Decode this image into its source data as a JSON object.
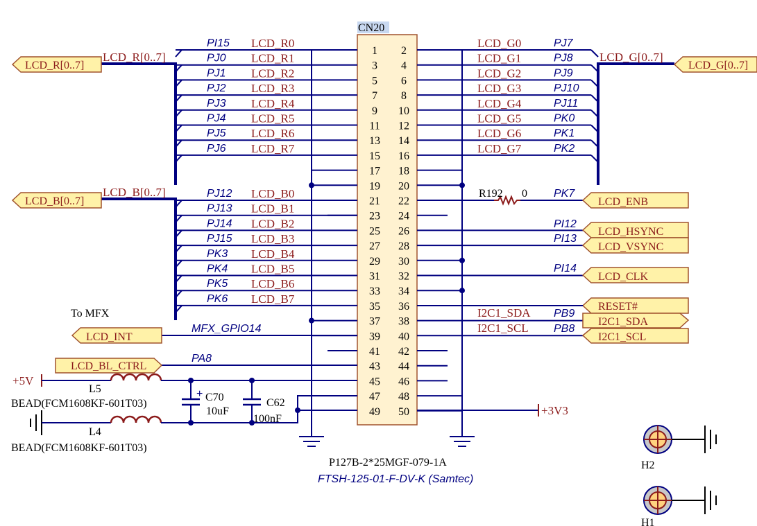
{
  "connector": {
    "ref": "CN20",
    "part": "P127B-2*25MGF-079-1A",
    "mfr_part": "FTSH-125-01-F-DV-K (Samtec)",
    "pins_left": [
      "1",
      "3",
      "5",
      "7",
      "9",
      "11",
      "13",
      "15",
      "17",
      "19",
      "21",
      "23",
      "25",
      "27",
      "29",
      "31",
      "33",
      "35",
      "37",
      "39",
      "41",
      "43",
      "45",
      "47",
      "49"
    ],
    "pins_right": [
      "2",
      "4",
      "6",
      "8",
      "10",
      "12",
      "14",
      "16",
      "18",
      "20",
      "22",
      "24",
      "26",
      "28",
      "30",
      "32",
      "34",
      "36",
      "38",
      "40",
      "42",
      "44",
      "46",
      "48",
      "50"
    ]
  },
  "left_nets": [
    {
      "gpio": "PI15",
      "net": "LCD_R0"
    },
    {
      "gpio": "PJ0",
      "net": "LCD_R1"
    },
    {
      "gpio": "PJ1",
      "net": "LCD_R2"
    },
    {
      "gpio": "PJ2",
      "net": "LCD_R3"
    },
    {
      "gpio": "PJ3",
      "net": "LCD_R4"
    },
    {
      "gpio": "PJ4",
      "net": "LCD_R5"
    },
    {
      "gpio": "PJ5",
      "net": "LCD_R6"
    },
    {
      "gpio": "PJ6",
      "net": "LCD_R7"
    },
    {
      "gpio": "",
      "net": ""
    },
    {
      "gpio": "",
      "net": ""
    },
    {
      "gpio": "PJ12",
      "net": "LCD_B0"
    },
    {
      "gpio": "PJ13",
      "net": "LCD_B1"
    },
    {
      "gpio": "PJ14",
      "net": "LCD_B2"
    },
    {
      "gpio": "PJ15",
      "net": "LCD_B3"
    },
    {
      "gpio": "PK3",
      "net": "LCD_B4"
    },
    {
      "gpio": "PK4",
      "net": "LCD_B5"
    },
    {
      "gpio": "PK5",
      "net": "LCD_B6"
    },
    {
      "gpio": "PK6",
      "net": "LCD_B7"
    }
  ],
  "right_nets": [
    {
      "gpio": "PJ7",
      "net": "LCD_G0"
    },
    {
      "gpio": "PJ8",
      "net": "LCD_G1"
    },
    {
      "gpio": "PJ9",
      "net": "LCD_G2"
    },
    {
      "gpio": "PJ10",
      "net": "LCD_G3"
    },
    {
      "gpio": "PJ11",
      "net": "LCD_G4"
    },
    {
      "gpio": "PK0",
      "net": "LCD_G5"
    },
    {
      "gpio": "PK1",
      "net": "LCD_G6"
    },
    {
      "gpio": "PK2",
      "net": "LCD_G7"
    }
  ],
  "buses": {
    "r_bus": "LCD_R[0..7]",
    "g_bus": "LCD_G[0..7]",
    "b_bus": "LCD_B[0..7]",
    "r_port": "LCD_R[0..7]",
    "g_port": "LCD_G[0..7]",
    "b_port": "LCD_B[0..7]"
  },
  "signals": {
    "pk7": "PK7",
    "lcd_enb": "LCD_ENB",
    "r192": "R192",
    "r192_val": "0",
    "pi12": "PI12",
    "lcd_hsync": "LCD_HSYNC",
    "pi13": "PI13",
    "lcd_vsync": "LCD_VSYNC",
    "pi14": "PI14",
    "lcd_clk": "LCD_CLK",
    "reset": "RESET#",
    "i2c1_sda_net": "I2C1_SDA",
    "pb9": "PB9",
    "i2c1_sda_port": "I2C1_SDA",
    "i2c1_scl_net": "I2C1_SCL",
    "pb8": "PB8",
    "i2c1_scl_port": "I2C1_SCL",
    "to_mfx": "To MFX",
    "mfx_gpio": "MFX_GPIO14",
    "lcd_int": "LCD_INT",
    "pa8": "PA8",
    "lcd_bl_ctrl": "LCD_BL_CTRL"
  },
  "power": {
    "plus5v": "+5V",
    "plus3v3": "+3V3",
    "l5": "L5",
    "l5_desc": "BEAD(FCM1608KF-601T03)",
    "l4": "L4",
    "l4_desc": "BEAD(FCM1608KF-601T03)",
    "c70": "C70",
    "c70_val": "10uF",
    "c62": "C62",
    "c62_val": "100nF"
  },
  "mounting": {
    "h2": "H2",
    "h1": "H1"
  },
  "colors": {
    "wire": "#000080",
    "net_label": "#8b1a1a",
    "port_fill": "#fff2a8",
    "port_stroke": "#a0522d",
    "connector_fill": "#fff2d0"
  }
}
